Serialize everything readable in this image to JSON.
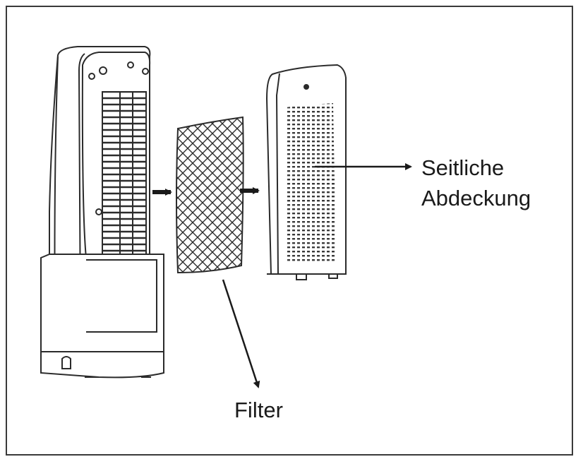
{
  "labels": {
    "side_cover_line1": "Seitliche",
    "side_cover_line2": "Abdeckung",
    "filter": "Filter"
  },
  "colors": {
    "line": "#2b2b2b",
    "frame": "#3a3a3a",
    "background": "#ffffff"
  },
  "parts": {
    "device": "tower-fan-body",
    "filter": "filter-mesh",
    "cover": "side-cover-perforated"
  }
}
